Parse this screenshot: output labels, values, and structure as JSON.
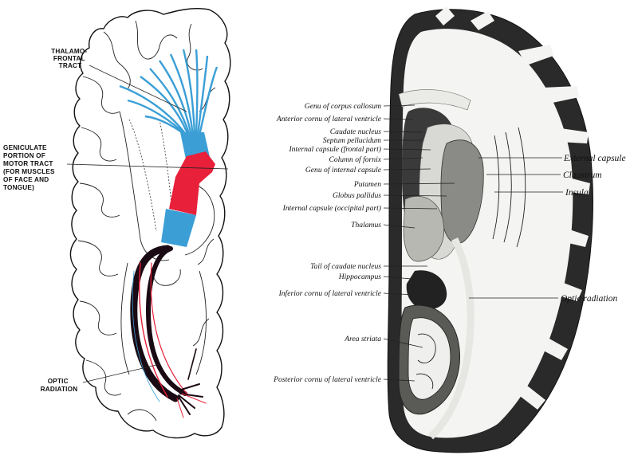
{
  "left_labels": {
    "thalamo_frontal": [
      "THALAMO-",
      "FRONTAL",
      "TRACT"
    ],
    "geniculate": [
      "GENICULATE",
      "PORTION OF",
      "MOTOR TRACT",
      "(FOR MUSCLES",
      "OF FACE AND",
      "TONGUE)"
    ],
    "optic_radiation": [
      "OPTIC",
      "RADIATION"
    ]
  },
  "right_labels_left_side": [
    "Genu of corpus callosum",
    "Anterior cornu of lateral ventricle",
    "Caudate nucleus",
    "Septum pellucidum",
    "Internal capsule (frontal part)",
    "Column of fornix",
    "Genu of internal capsule",
    "Putamen",
    "Globus pallidus",
    "Internal capsule (occipital part)",
    "Thalamus",
    "Tail of caudate nucleus",
    "Hippocampus",
    "Inferior cornu of lateral ventricle",
    "Area striata",
    "Posterior cornu of lateral ventricle"
  ],
  "right_labels_right_side": [
    "External capsule",
    "Claustrum",
    "Insula",
    "Optic radiation"
  ],
  "colors": {
    "tract_blue": "#3b9fd6",
    "tract_red": "#e8203a",
    "tract_black": "#1a0a14",
    "outline": "#111111"
  }
}
